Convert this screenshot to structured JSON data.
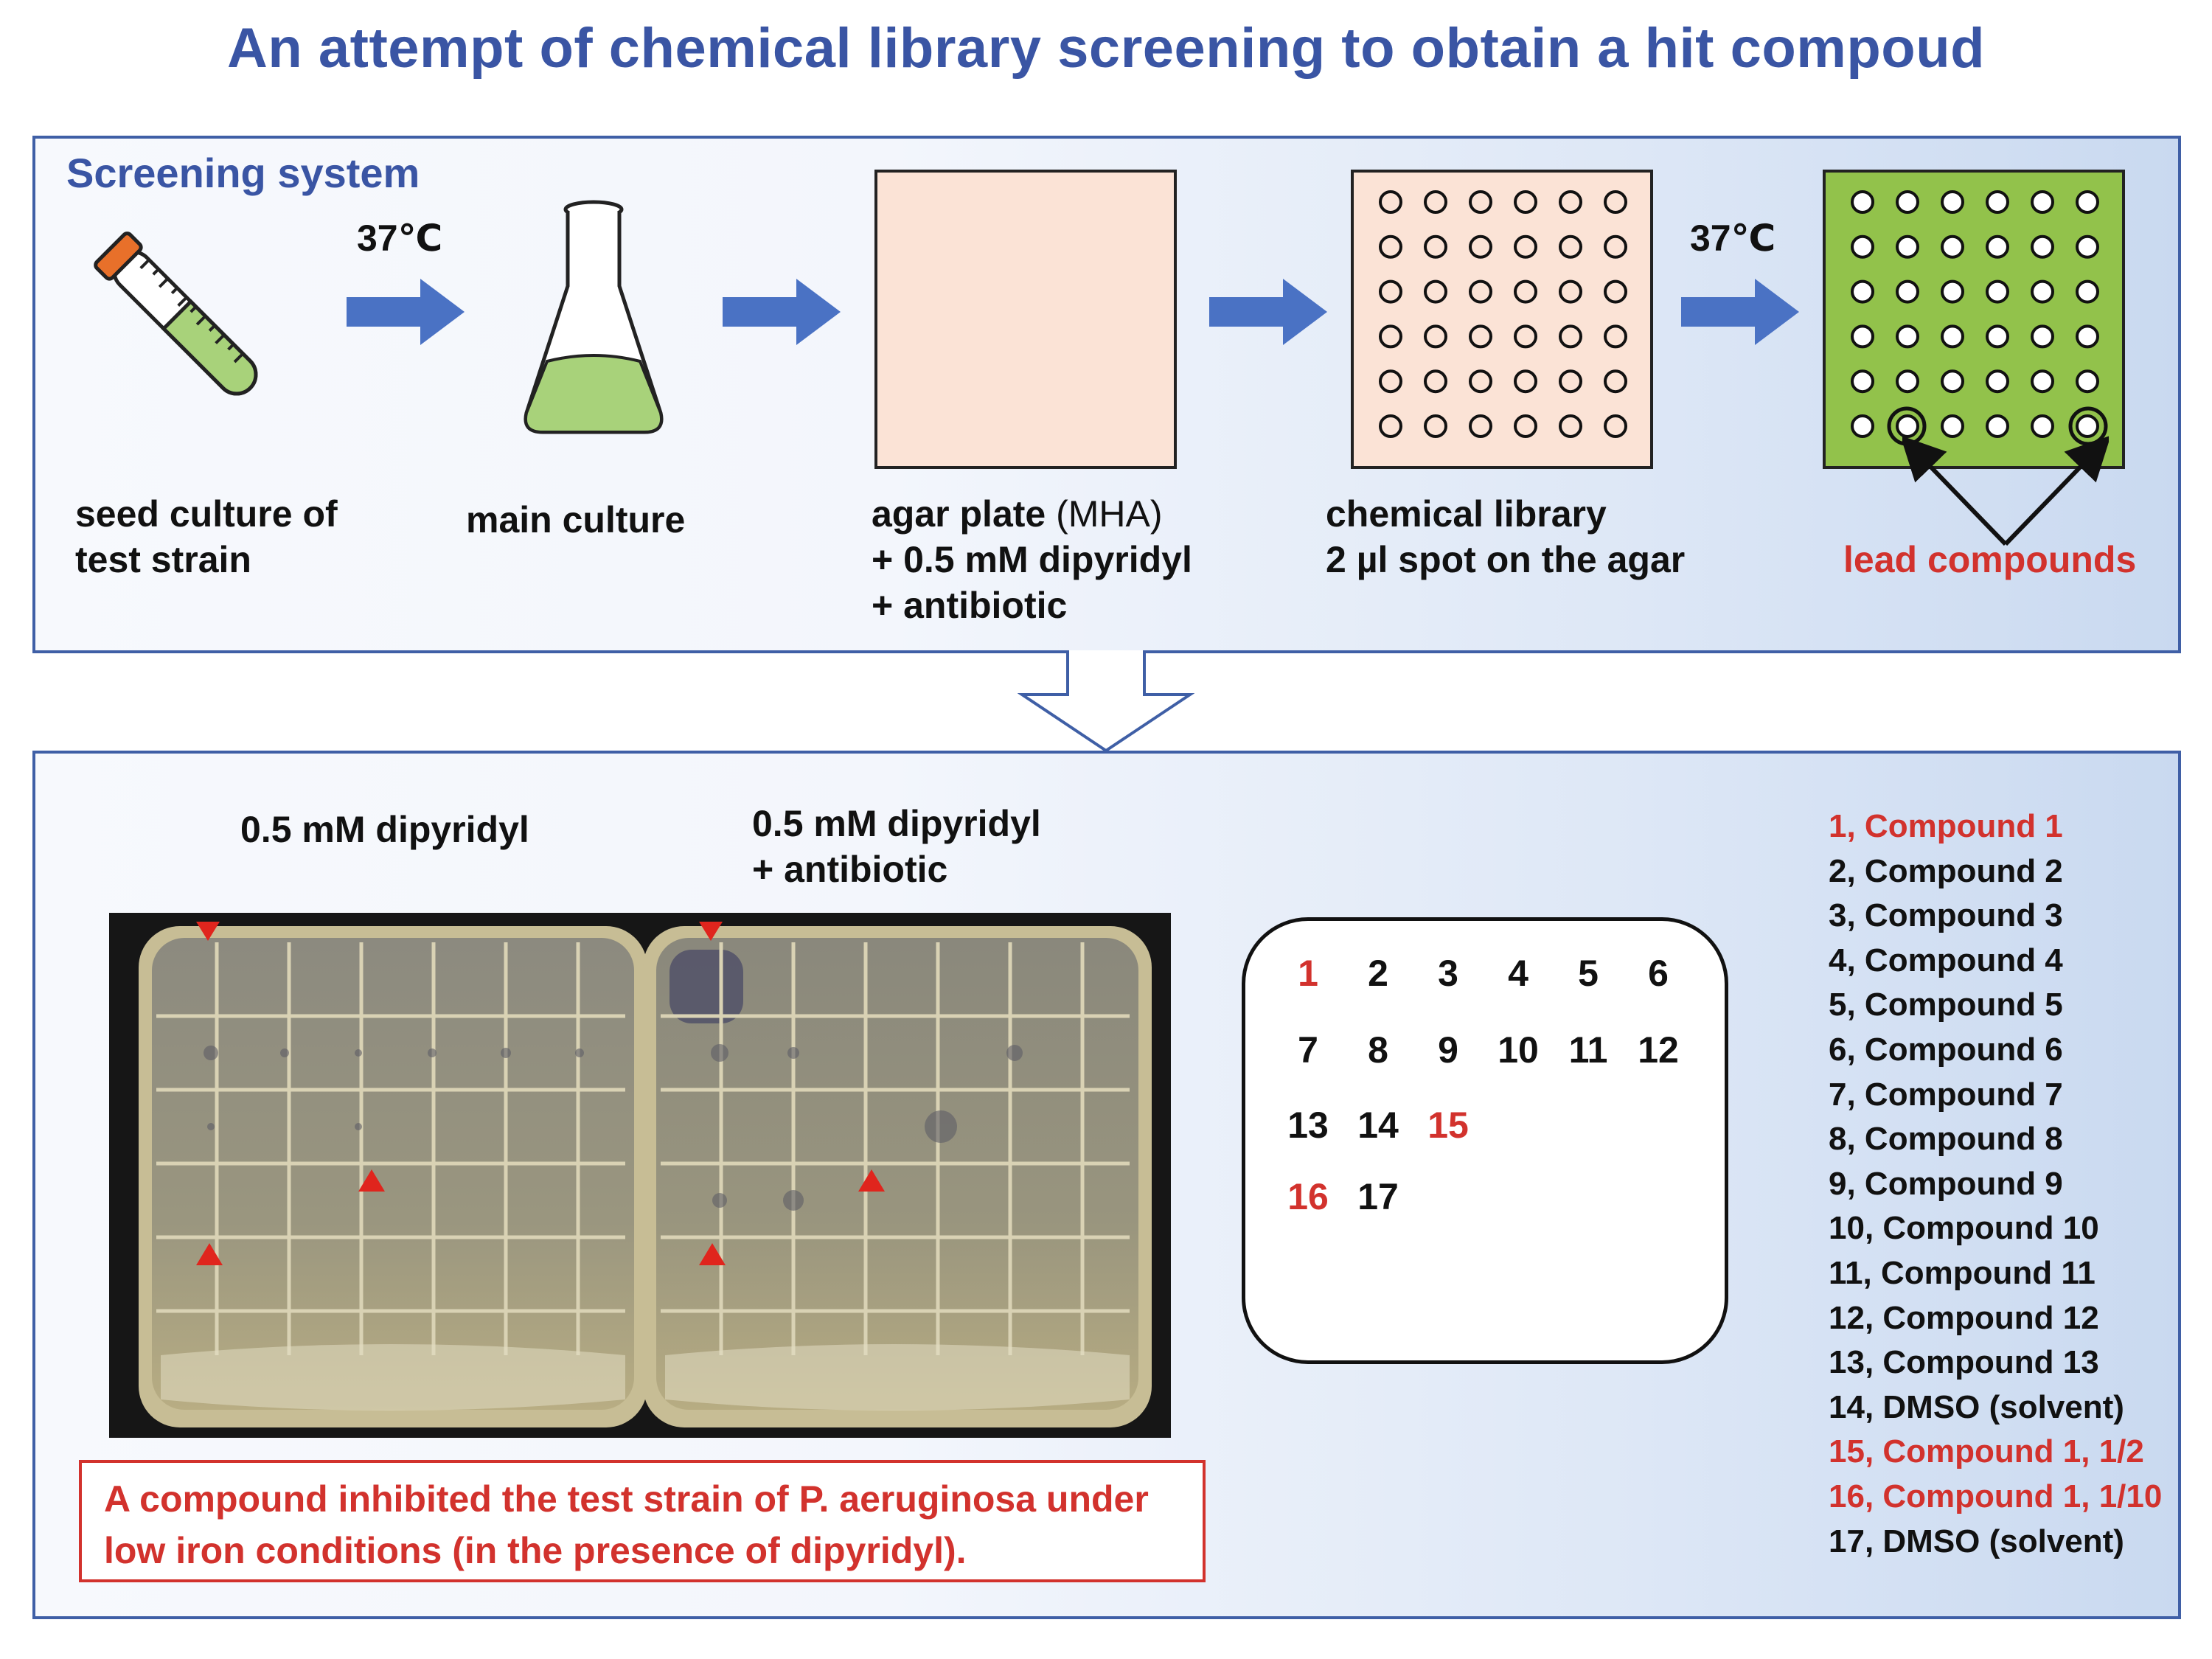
{
  "title": "An attempt of chemical library screening to obtain a hit compoud",
  "screening": {
    "section_label": "Screening system",
    "temp_1": "37℃",
    "temp_2": "37℃",
    "steps": {
      "seed_line1": "seed culture of",
      "seed_line2": "test strain",
      "main": "main culture",
      "agar_line1_bold": "agar plate ",
      "agar_line1_normal": "(MHA)",
      "agar_line2": "+ 0.5 mM dipyridyl",
      "agar_line3": "+ antibiotic",
      "lib_line1": "chemical library",
      "lib_line2": "2 µl spot on the agar",
      "lead": "lead compounds"
    },
    "colors": {
      "accent": "#3a55a4",
      "arrow": "#4a72c4",
      "plate_peach": "#fbe3d6",
      "plate_green": "#92c24b",
      "culture_green": "#a8d27a",
      "red": "#d2322d"
    }
  },
  "results": {
    "plate_left_label": "0.5 mM dipyridyl",
    "plate_right_line1": "0.5 mM dipyridyl",
    "plate_right_line2": "+ antibiotic",
    "caption_line1": "A compound inhibited the test strain of P. aeruginosa under",
    "caption_line2": "low iron conditions (in the presence of dipyridyl).",
    "spot_numbers": [
      "1",
      "2",
      "3",
      "4",
      "5",
      "6",
      "7",
      "8",
      "9",
      "10",
      "11",
      "12",
      "13",
      "14",
      "15",
      "16",
      "17"
    ],
    "highlighted": [
      "1",
      "15",
      "16"
    ],
    "legend": [
      {
        "text": "1, Compound 1",
        "highlight": true
      },
      {
        "text": "2, Compound 2",
        "highlight": false
      },
      {
        "text": "3, Compound 3",
        "highlight": false
      },
      {
        "text": "4, Compound 4",
        "highlight": false
      },
      {
        "text": "5, Compound 5",
        "highlight": false
      },
      {
        "text": "6, Compound 6",
        "highlight": false
      },
      {
        "text": "7, Compound 7",
        "highlight": false
      },
      {
        "text": "8, Compound 8",
        "highlight": false
      },
      {
        "text": "9, Compound 9",
        "highlight": false
      },
      {
        "text": "10, Compound 10",
        "highlight": false
      },
      {
        "text": "11, Compound 11",
        "highlight": false
      },
      {
        "text": "12, Compound 12",
        "highlight": false
      },
      {
        "text": "13, Compound 13",
        "highlight": false
      },
      {
        "text": "14, DMSO (solvent)",
        "highlight": false
      },
      {
        "text": "15, Compound 1, 1/2",
        "highlight": true
      },
      {
        "text": "16, Compound 1, 1/10",
        "highlight": true
      },
      {
        "text": "17, DMSO (solvent)",
        "highlight": false
      }
    ]
  }
}
